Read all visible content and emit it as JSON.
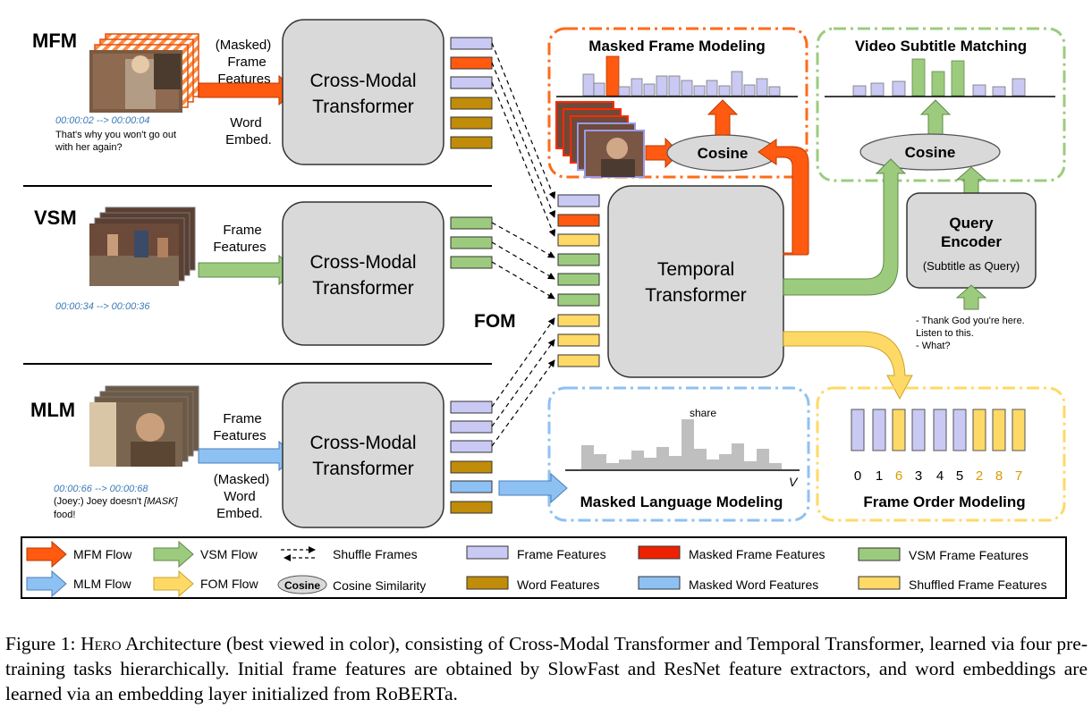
{
  "rows": {
    "mfm": {
      "label": "MFM",
      "input_line1": "(Masked)",
      "input_line2": "Frame",
      "input_line3": "Features",
      "word_line1": "Word",
      "word_line2": "Embed.",
      "timestamp": "00:00:02 --> 00:00:04",
      "subtitle_line1": "That's why you won't go out",
      "subtitle_line2": "with her again?"
    },
    "vsm": {
      "label": "VSM",
      "input_line1": "Frame",
      "input_line2": "Features",
      "timestamp": "00:00:34 --> 00:00:36"
    },
    "mlm": {
      "label": "MLM",
      "input_line1": "Frame",
      "input_line2": "Features",
      "word_line1": "(Masked)",
      "word_line2": "Word",
      "word_line3": "Embed.",
      "timestamp": "00:00:66 --> 00:00:68",
      "subtitle_prefix": "(Joey:) Joey doesn't ",
      "subtitle_mask": "[MASK]",
      "subtitle_line2": "food!"
    }
  },
  "cross_modal": {
    "line1": "Cross-Modal",
    "line2": "Transformer"
  },
  "temporal": {
    "line1": "Temporal",
    "line2": "Transformer"
  },
  "fom_label": "FOM",
  "query_encoder": {
    "line1": "Query",
    "line2": "Encoder",
    "line3": "(Subtitle as Query)"
  },
  "query_text": {
    "line1": "- Thank God you're here.",
    "line2": "Listen to this.",
    "line3": "- What?"
  },
  "cosine_label": "Cosine",
  "panels": {
    "masked_frame_modeling": "Masked Frame Modeling",
    "video_subtitle_matching": "Video Subtitle Matching",
    "masked_language_modeling": "Masked Language Modeling",
    "mlm_share": "share",
    "mlm_axis": "V",
    "frame_order_modeling": "Frame Order Modeling",
    "frame_order_numbers": [
      "0",
      "1",
      "6",
      "3",
      "4",
      "5",
      "2",
      "8",
      "7"
    ]
  },
  "legend": {
    "mfm_flow": "MFM Flow",
    "vsm_flow": "VSM Flow",
    "shuffle": "Shuffle Frames",
    "frame_features": "Frame Features",
    "masked_frame_features": "Masked Frame Features",
    "vsm_frame_features": "VSM Frame Features",
    "mlm_flow": "MLM Flow",
    "fom_flow": "FOM Flow",
    "cosine_badge": "Cosine",
    "cosine_similarity": "Cosine Similarity",
    "word_features": "Word Features",
    "masked_word_features": "Masked Word Features",
    "shuffled_frame_features": "Shuffled Frame Features"
  },
  "caption": {
    "prefix": "Figure 1: ",
    "hero": "Hero",
    "rest": " Architecture (best viewed in color), consisting of Cross-Modal Transformer and Temporal Transformer, learned via four pre-training tasks hierarchically.  Initial frame features are obtained by SlowFast and ResNet feature extractors, and word embeddings are learned via an embedding layer initialized from RoBERTa."
  },
  "colors": {
    "frame": "#c9c9f4",
    "masked_frame": "#ee2200",
    "mfm_orange": "#ff5a10",
    "vsm_green": "#9ccb7e",
    "mlm_blue": "#8ec1f3",
    "fom_yellow": "#ffd966",
    "word": "#c08c0a",
    "box_gray": "#d9d9d9"
  }
}
